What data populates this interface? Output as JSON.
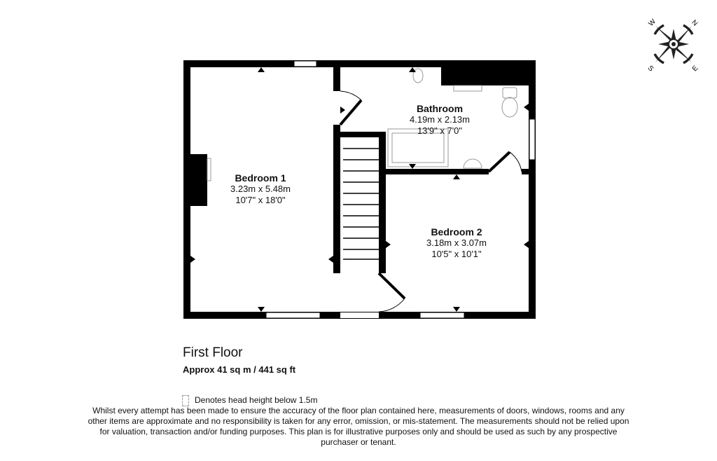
{
  "rooms": [
    {
      "name": "Bedroom 1",
      "metric": "3.23m x 5.48m",
      "imperial": "10'7\" x 18'0\""
    },
    {
      "name": "Bathroom",
      "metric": "4.19m x 2.13m",
      "imperial": "13'9\" x 7'0\""
    },
    {
      "name": "Bedroom 2",
      "metric": "3.18m x 3.07m",
      "imperial": "10'5\" x 10'1\""
    }
  ],
  "floor": {
    "title": "First Floor",
    "area": "Approx 41 sq m / 441 sq ft"
  },
  "legend": {
    "text": "Denotes head height below 1.5m"
  },
  "disclaimer": "Whilst every attempt has been made to ensure the accuracy of the floor plan contained here, measurements of doors, windows, rooms and any other items are approximate and no responsibility is taken for any error, omission, or mis-statement. The measurements should not be relied upon for valuation, transaction and/or funding purposes. This plan is for illustrative purposes only and should be used as such by any prospective purchaser or tenant.",
  "compass": {
    "labels": [
      "N",
      "E",
      "S",
      "W"
    ],
    "icon": "compass-rose-icon"
  },
  "colors": {
    "wall": "#000000",
    "fixture": "#999999"
  }
}
